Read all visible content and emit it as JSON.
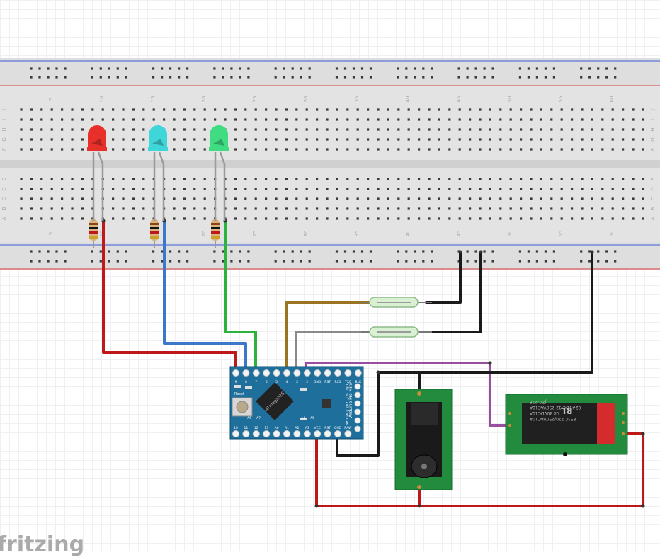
{
  "breadboard": {
    "column_labels": [
      "5",
      "10",
      "15",
      "20",
      "25",
      "30",
      "35",
      "40",
      "45",
      "50",
      "55",
      "60"
    ],
    "row_labels_top": [
      "J",
      "I",
      "H",
      "G",
      "F"
    ],
    "row_labels_bottom": [
      "E",
      "D",
      "C",
      "B",
      "A"
    ]
  },
  "leds": [
    {
      "name": "red-led",
      "color": "#e8302a"
    },
    {
      "name": "cyan-led",
      "color": "#3fd6d9"
    },
    {
      "name": "green-led",
      "color": "#3fdc82"
    }
  ],
  "arduino": {
    "name": "Arduino Pro Mini",
    "top_pins": [
      "9",
      "8",
      "7",
      "6",
      "5",
      "4",
      "3",
      "2",
      "GND",
      "RST",
      "RX1",
      "TX0",
      "BLK"
    ],
    "bottom_pins": [
      "10",
      "11",
      "12",
      "13",
      "A0",
      "A1",
      "A2",
      "A3",
      "VCC",
      "RST",
      "GND",
      "RAW"
    ],
    "side_text": [
      "GND",
      "VCC",
      "RX1",
      "TXO",
      "GRN"
    ],
    "chip_label": "ATmega328",
    "board_label": "Arduino Pro Mini",
    "reset_label": "Reset",
    "small_labels": [
      "A6",
      "A7",
      "A4",
      "A5"
    ]
  },
  "relay": {
    "lines": [
      "85°C 220/250VAC10A",
      "us 30VDC10A",
      "02#VDC-12 250VAC10A",
      "JZC-22F"
    ],
    "brand": "RL"
  },
  "watermark": "fritzing",
  "wire_colors": {
    "red": "#c01818",
    "blue": "#3b78c9",
    "green": "#2bb33c",
    "brown": "#9a7420",
    "gray": "#8a8a8a",
    "purple": "#9a4ea0",
    "black": "#1a1a1a"
  }
}
